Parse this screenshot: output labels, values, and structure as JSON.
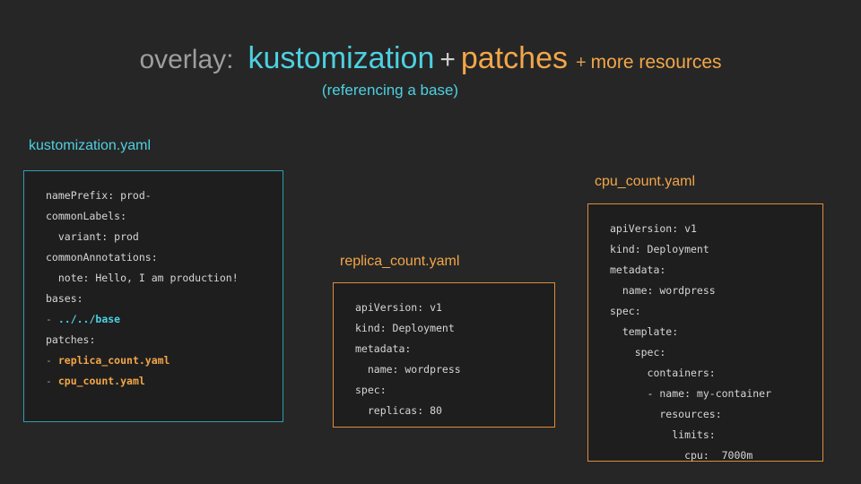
{
  "slide": {
    "background_color": "#262626",
    "headline": {
      "prefix": "overlay:",
      "term_primary": "kustomization",
      "plus_one": "+",
      "term_secondary": "patches",
      "plus_two": "+",
      "tail": "more resources",
      "subtitle": "(referencing a base)"
    },
    "colors": {
      "gray": "#9e9e9e",
      "cyan": "#4dd0e1",
      "orange": "#f2a649",
      "code_text": "#d6d6d6",
      "box_background": "#1e1e1e",
      "cyan_border": "#2e9fae",
      "orange_border": "#e08b3c"
    }
  },
  "panels": [
    {
      "id": "kustomization",
      "label": "kustomization.yaml",
      "accent": "cyan",
      "lines": [
        {
          "text": "namePrefix: prod-",
          "highlight": "none"
        },
        {
          "text": "commonLabels:",
          "highlight": "none"
        },
        {
          "text": "  variant: prod",
          "highlight": "none"
        },
        {
          "text": "commonAnnotations:",
          "highlight": "none"
        },
        {
          "text": "  note: Hello, I am production!",
          "highlight": "none"
        },
        {
          "text": "bases:",
          "highlight": "none"
        },
        {
          "dash": "- ",
          "text": "../../base",
          "highlight": "cyan"
        },
        {
          "text": "patches:",
          "highlight": "none"
        },
        {
          "dash": "- ",
          "text": "replica_count.yaml",
          "highlight": "orange"
        },
        {
          "dash": "- ",
          "text": "cpu_count.yaml",
          "highlight": "orange"
        }
      ]
    },
    {
      "id": "replica",
      "label": "replica_count.yaml",
      "accent": "orange",
      "lines": [
        {
          "text": "apiVersion: v1",
          "highlight": "none"
        },
        {
          "text": "kind: Deployment",
          "highlight": "none"
        },
        {
          "text": "metadata:",
          "highlight": "none"
        },
        {
          "text": "  name: wordpress",
          "highlight": "none"
        },
        {
          "text": "spec:",
          "highlight": "none"
        },
        {
          "text": "  replicas: 80",
          "highlight": "none"
        }
      ]
    },
    {
      "id": "cpu",
      "label": "cpu_count.yaml",
      "accent": "orange",
      "lines": [
        {
          "text": "apiVersion: v1",
          "highlight": "none"
        },
        {
          "text": "kind: Deployment",
          "highlight": "none"
        },
        {
          "text": "metadata:",
          "highlight": "none"
        },
        {
          "text": "  name: wordpress",
          "highlight": "none"
        },
        {
          "text": "spec:",
          "highlight": "none"
        },
        {
          "text": "  template:",
          "highlight": "none"
        },
        {
          "text": "    spec:",
          "highlight": "none"
        },
        {
          "text": "      containers:",
          "highlight": "none"
        },
        {
          "text": "      - name: my-container",
          "highlight": "none"
        },
        {
          "text": "        resources:",
          "highlight": "none"
        },
        {
          "text": "          limits:",
          "highlight": "none"
        },
        {
          "text": "            cpu:  7000m",
          "highlight": "none"
        }
      ]
    }
  ]
}
